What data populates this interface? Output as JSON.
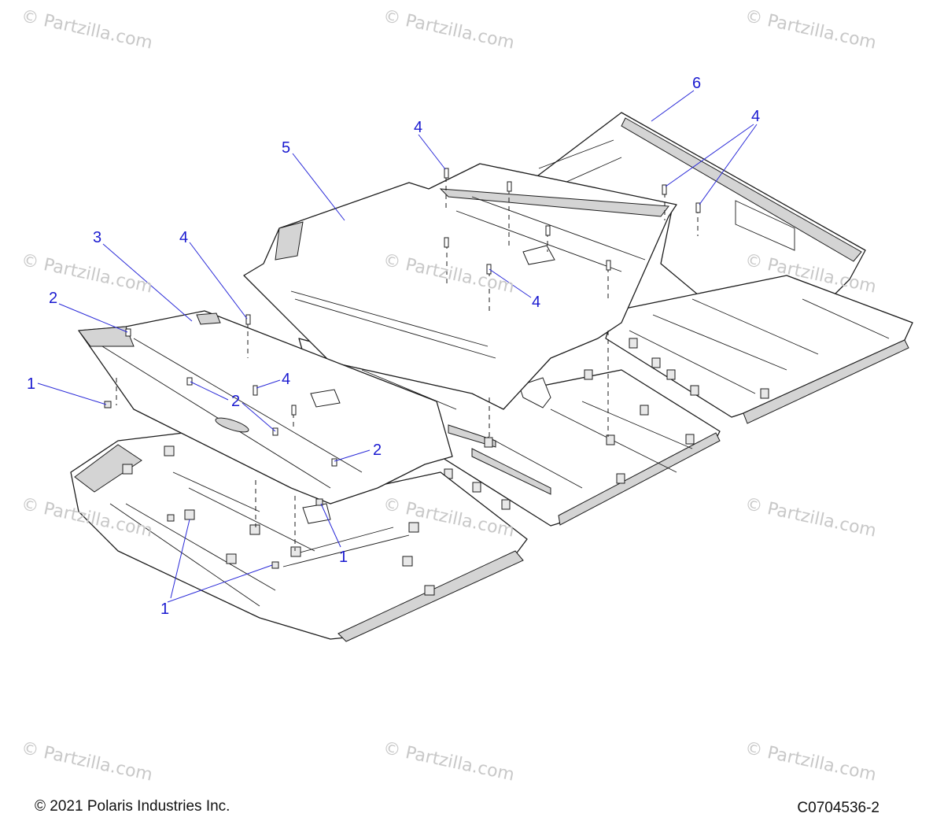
{
  "watermark": "© Partzilla.com",
  "footer": {
    "copyright": "© 2021 Polaris Industries Inc.",
    "diagram_code": "C0704536-2"
  },
  "callouts": [
    {
      "id": "c1a",
      "label": "1"
    },
    {
      "id": "c1b",
      "label": "1"
    },
    {
      "id": "c1c",
      "label": "1"
    },
    {
      "id": "c2a",
      "label": "2"
    },
    {
      "id": "c2b",
      "label": "2"
    },
    {
      "id": "c2c",
      "label": "2"
    },
    {
      "id": "c3",
      "label": "3"
    },
    {
      "id": "c4a",
      "label": "4"
    },
    {
      "id": "c4b",
      "label": "4"
    },
    {
      "id": "c4c",
      "label": "4"
    },
    {
      "id": "c4d",
      "label": "4"
    },
    {
      "id": "c4e",
      "label": "4"
    },
    {
      "id": "c5",
      "label": "5"
    },
    {
      "id": "c6",
      "label": "6"
    }
  ],
  "colors": {
    "callout": "#1a1ad0",
    "line": "#1c1c1c",
    "watermark": "#c8c8c8"
  }
}
